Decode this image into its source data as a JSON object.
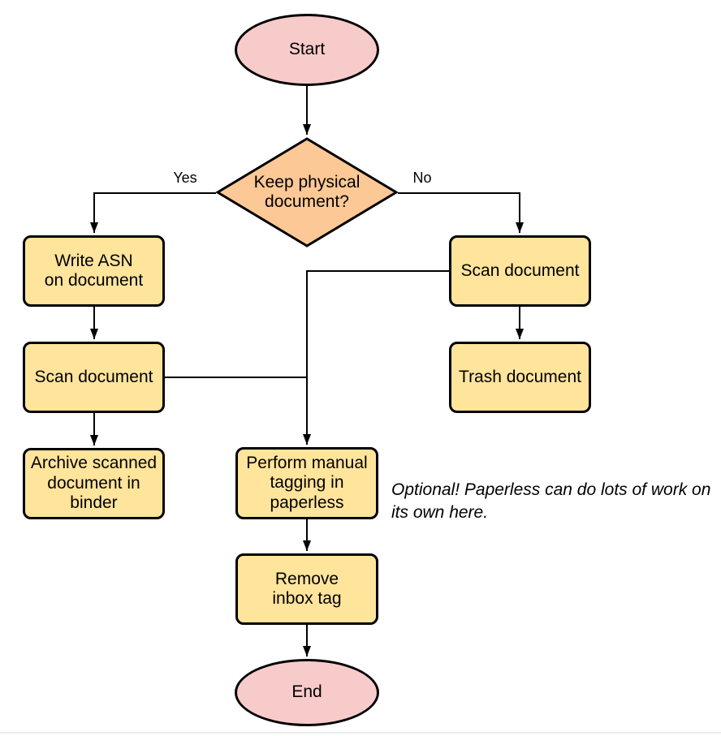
{
  "colors": {
    "terminal-fill": "#F8CBCB",
    "decision-fill": "#FBC896",
    "process-fill": "#FFE49C",
    "stroke": "#000000",
    "note-text": "#000000",
    "bottom-rule": "#EBEBEB"
  },
  "flowchart": {
    "nodes": {
      "start": {
        "type": "terminal",
        "label": "Start"
      },
      "decision": {
        "type": "decision",
        "label": "Keep physical\ndocument?"
      },
      "write_asn": {
        "type": "process",
        "label": "Write ASN\non document"
      },
      "scan_keep": {
        "type": "process",
        "label": "Scan document"
      },
      "archive": {
        "type": "process",
        "label": "Archive scanned\ndocument in\nbinder"
      },
      "scan_toss": {
        "type": "process",
        "label": "Scan document"
      },
      "trash": {
        "type": "process",
        "label": "Trash document"
      },
      "tag": {
        "type": "process",
        "label": "Perform manual\ntagging in\npaperless"
      },
      "remove_tag": {
        "type": "process",
        "label": "Remove\ninbox tag"
      },
      "end": {
        "type": "terminal",
        "label": "End"
      }
    },
    "edges": [
      {
        "from": "start",
        "to": "decision",
        "label": ""
      },
      {
        "from": "decision",
        "to": "write_asn",
        "label": "Yes"
      },
      {
        "from": "decision",
        "to": "scan_toss",
        "label": "No"
      },
      {
        "from": "write_asn",
        "to": "scan_keep",
        "label": ""
      },
      {
        "from": "scan_keep",
        "to": "archive",
        "label": ""
      },
      {
        "from": "scan_toss",
        "to": "trash",
        "label": ""
      },
      {
        "from": "scan_keep",
        "to": "tag",
        "label": ""
      },
      {
        "from": "scan_toss",
        "to": "tag",
        "label": ""
      },
      {
        "from": "tag",
        "to": "remove_tag",
        "label": ""
      },
      {
        "from": "remove_tag",
        "to": "end",
        "label": ""
      }
    ]
  },
  "note": {
    "text": "Optional! Paperless can do lots of work on\nits own here."
  }
}
